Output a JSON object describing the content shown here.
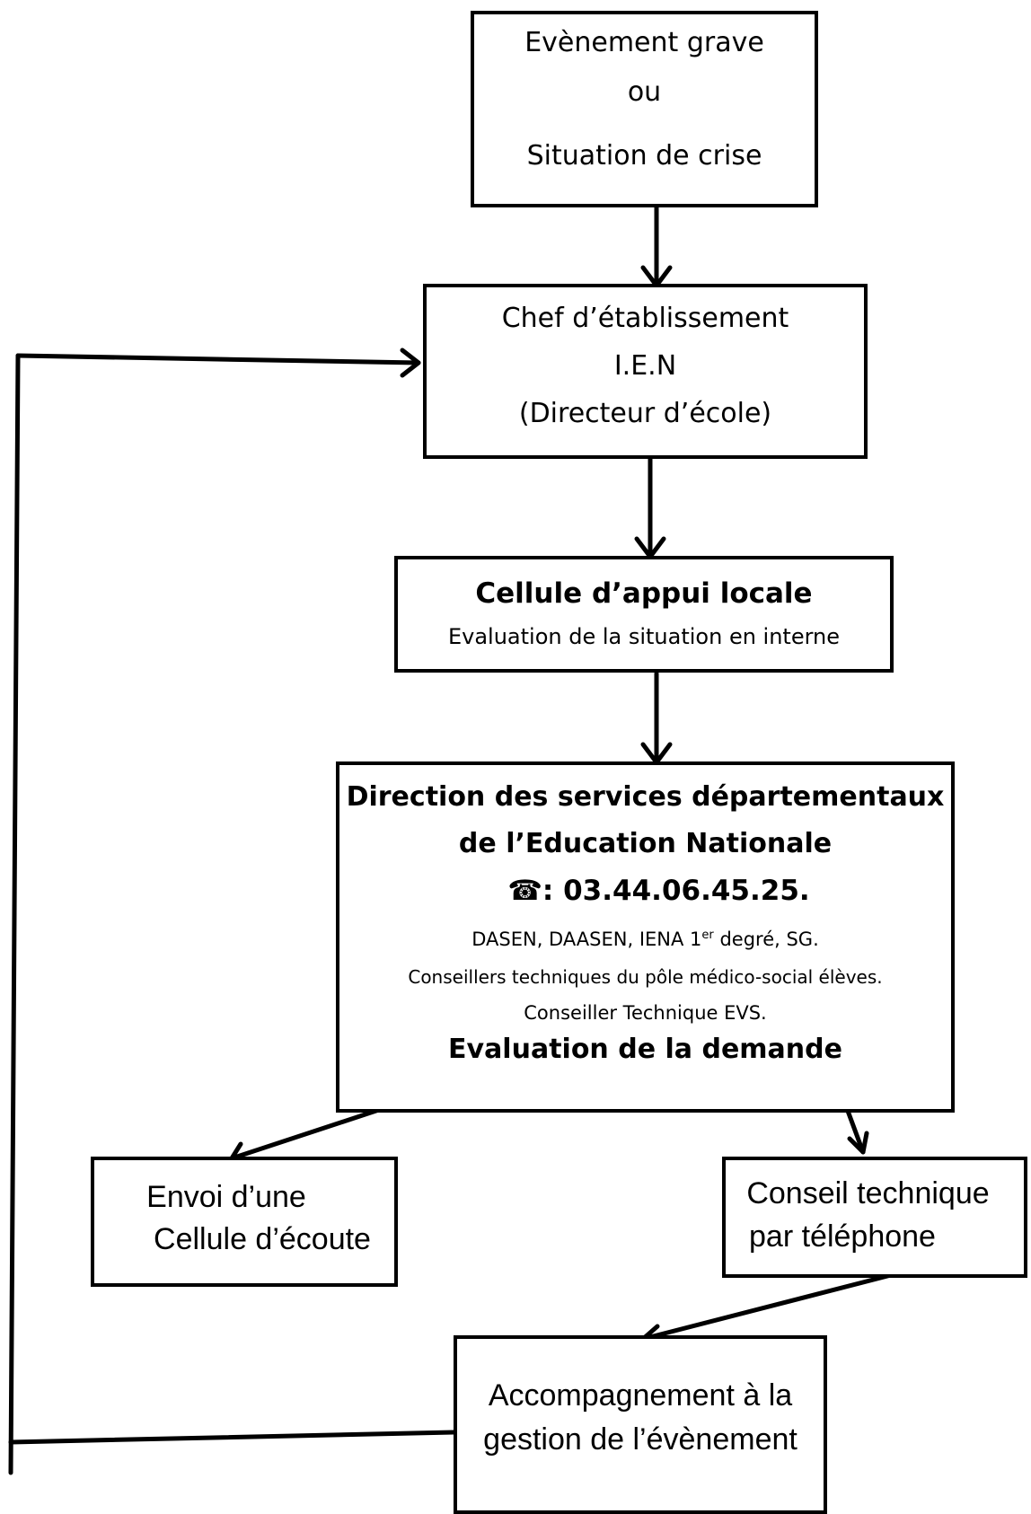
{
  "diagram": {
    "box_event": {
      "line1": "Evènement grave",
      "line2": "ou",
      "line3": "Situation de crise"
    },
    "box_chef": {
      "line1": "Chef d’établissement",
      "line2": "I.E.N",
      "line3": "(Directeur d’école)"
    },
    "box_cellule": {
      "title": "Cellule d’appui locale",
      "subtitle": "Evaluation de la situation en interne"
    },
    "box_direction": {
      "title1": "Direction des services départementaux",
      "title2": "de l’Education Nationale",
      "phone_icon": "phone-icon",
      "phone": ": 03.44.06.45.25.",
      "staff_prefix": "DASEN, DAASEN, IENA 1",
      "staff_sup": "er",
      "staff_suffix": " degré, SG.",
      "advisors": "Conseillers techniques du pôle médico-social élèves.",
      "evs": "Conseiller Technique EVS.",
      "evaluation": "Evaluation de la demande"
    },
    "box_ecoute": {
      "line1": "Envoi d’une",
      "line2": "Cellule d’écoute"
    },
    "box_conseil": {
      "line1": "Conseil technique",
      "line2": "par téléphone"
    },
    "box_accompagnement": {
      "line1": "Accompagnement à la",
      "line2": "gestion de l’évènement"
    }
  }
}
